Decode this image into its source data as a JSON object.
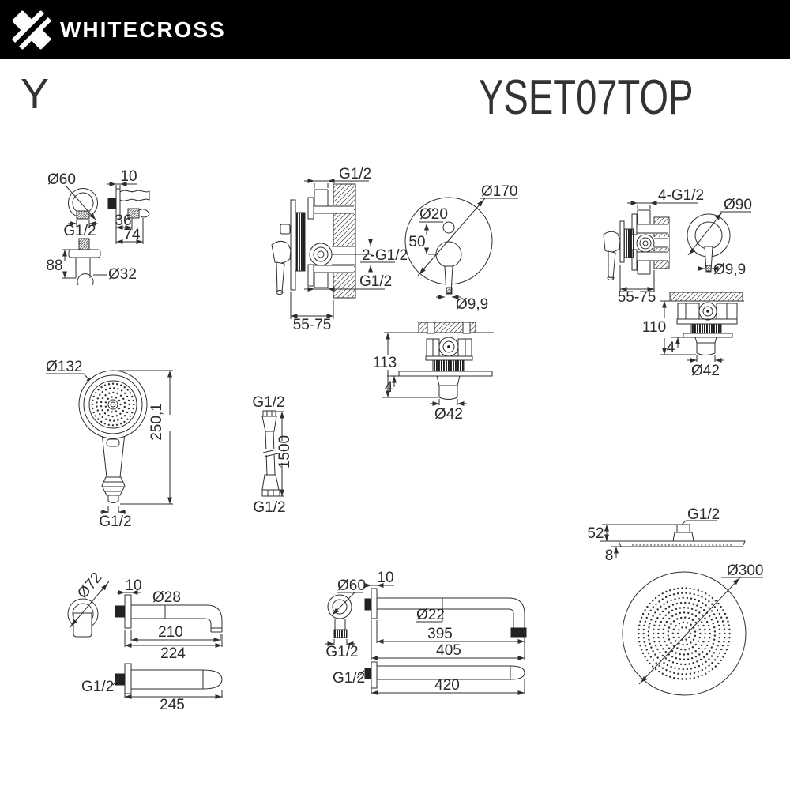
{
  "header": {
    "brand": "WHITECROSS"
  },
  "title": {
    "series": "Y",
    "model": "YSET07TOP"
  },
  "colors": {
    "line": "#2e2e2e",
    "header_bg": "#000000",
    "header_fg": "#ffffff",
    "page_bg": "#ffffff"
  },
  "labels": {
    "wall_outlet": {
      "d60": "Ø60",
      "t10": "10",
      "g12": "G1/2",
      "l36": "36",
      "l74": "74",
      "h88": "88",
      "d32": "Ø32"
    },
    "mixer_side": {
      "g12_top": "G1/2",
      "g12_mid": "2-G1/2",
      "g12_bot": "G1/2",
      "depth": "55-75"
    },
    "mixer_front": {
      "d170": "Ø170",
      "d20": "Ø20",
      "h50": "50",
      "d9": "Ø9,9"
    },
    "shower_mixer": {
      "g4": "4-G1/2",
      "depth": "55-75",
      "d90": "Ø90",
      "d9": "Ø9,9"
    },
    "valve_right": {
      "h110": "110",
      "t4": "4",
      "d42": "Ø42"
    },
    "valve_mid": {
      "h113": "113",
      "t4": "4",
      "d42": "Ø42"
    },
    "hand_shower": {
      "d132": "Ø132",
      "len": "250,1",
      "g12": "G1/2"
    },
    "hose": {
      "g12_top": "G1/2",
      "len": "1500",
      "g12_bot": "G1/2"
    },
    "spout": {
      "d72": "Ø72",
      "t10": "10",
      "d28": "Ø28",
      "l210": "210",
      "l224": "224",
      "g12": "G1/2",
      "l245": "245"
    },
    "arm": {
      "d60": "Ø60",
      "g12_front": "G1/2",
      "t10": "10",
      "d22": "Ø22",
      "l395": "395",
      "l405": "405",
      "g12_bot": "G1/2",
      "l420": "420"
    },
    "head": {
      "g12": "G1/2",
      "h52": "52",
      "t8": "8",
      "d300": "Ø300"
    }
  }
}
